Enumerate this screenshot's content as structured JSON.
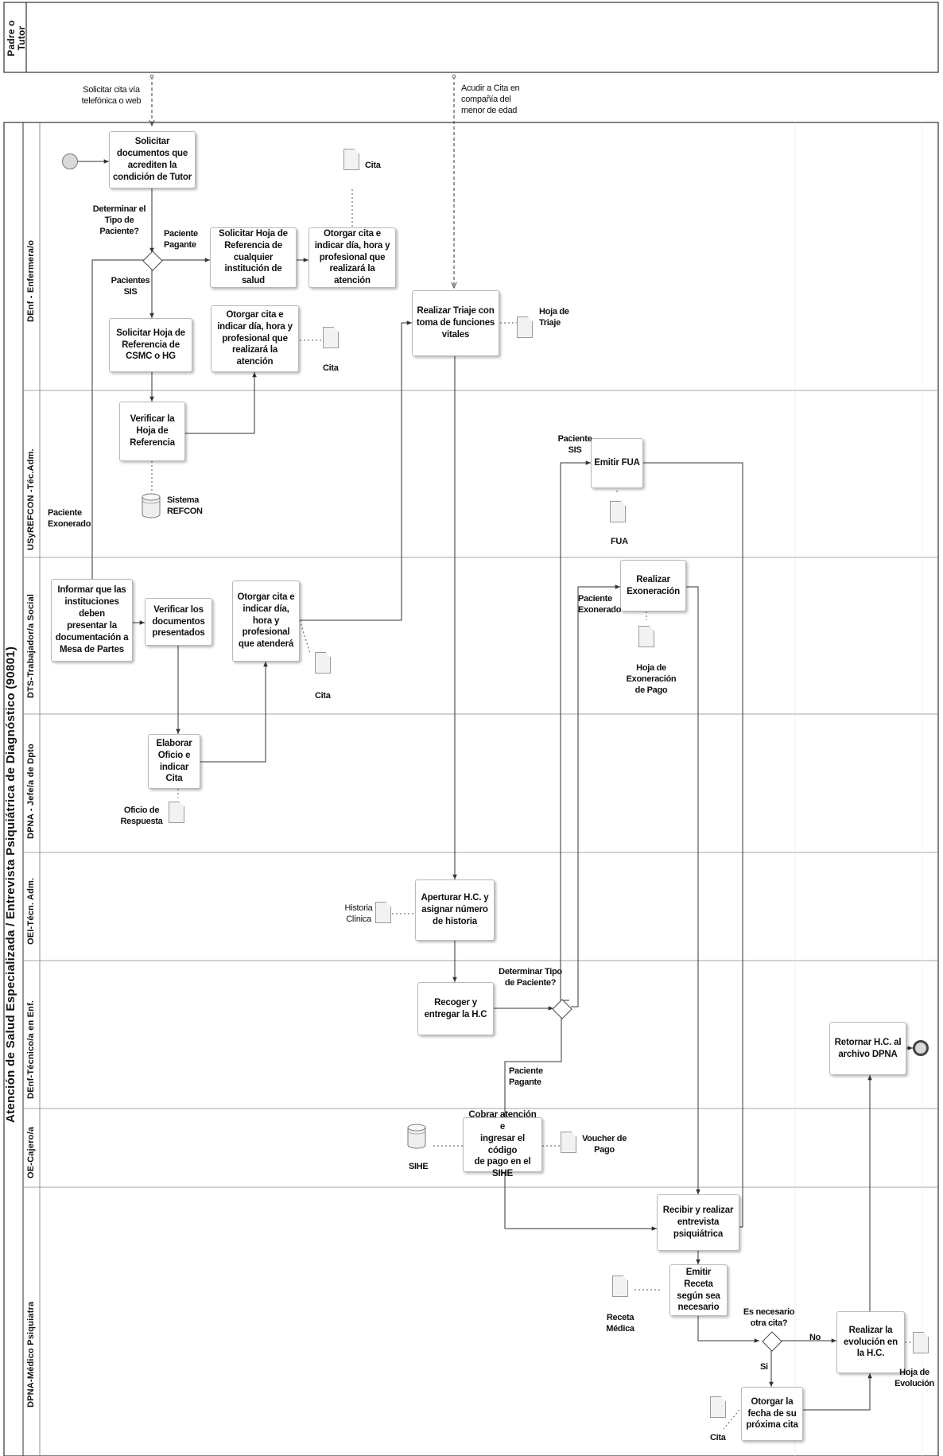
{
  "pool": {
    "title": "Atención de Salud Especializada / Entrevista Psiquiátrica de Diagnóstico (90801)"
  },
  "lanes": {
    "padre": "Padre o\nTutor",
    "enfermera": "DEnf - Enfermera/o",
    "usyrefcon": "USyREFCON -Téc.Adm.",
    "trabajador_social": "DTS-Trabajador/a Social",
    "jefatura": "DPNA - Jefe/a de Dpto",
    "oei": "OEI-Técn. Adm.",
    "tecnica_enf": "DEnf-Técnico/a en Enf.",
    "cajero": "OE-Cajero/a",
    "psiquiatra": "DPNA-Médico Psiquiatra"
  },
  "tasks": {
    "solicitar_documentos": "Solicitar\ndocumentos que\nacrediten la\ncondición de Tutor",
    "solicitar_hoja_cualquier": "Solicitar Hoja de\nReferencia de\ncualquier\ninstitución de salud",
    "otorgar_cita_enf1": "Otorgar cita e\nindicar día, hora y\nprofesional que\nrealizará la atención",
    "solicitar_hoja_csmc": "Solicitar Hoja de\nReferencia de\nCSMC o HG",
    "otorgar_cita_enf2": "Otorgar cita e\nindicar día, hora y\nprofesional que\nrealizará la atención",
    "realizar_triaje": "Realizar Triaje con\ntoma de funciones\nvitales",
    "verificar_hoja": "Verificar la\nHoja de\nReferencia",
    "emitir_fua": "Emitir FUA",
    "informar_instituciones": "Informar que las\ninstituciones deben\npresentar la\ndocumentación a\nMesa de Partes",
    "verificar_documentos": "Verificar los\ndocumentos\npresentados",
    "otorgar_cita_ts": "Otorgar cita e\nindicar día,\nhora y\nprofesional\nque atenderá",
    "realizar_exoneracion": "Realizar\nExoneración",
    "elaborar_oficio": "Elaborar\nOficio e\nindicar Cita",
    "aperturar_hc": "Aperturar H.C. y\nasignar número\nde historia",
    "recoger_hc": "Recoger y\nentregar la H.C",
    "retornar_hc": "Retornar H.C. al\narchivo DPNA",
    "cobrar_atencion": "Cobrar atención e\ningresar el código\nde pago en el SIHE",
    "recibir_entrevista": "Recibir y realizar\nentrevista\npsiquiátrica",
    "emitir_receta": "Emitir Receta\nsegún sea\nnecesario",
    "realizar_evolucion": "Realizar la\nevolución en\nla H.C.",
    "otorgar_fecha": "Otorgar la\nfecha de su\npróxima cita"
  },
  "labels": {
    "solicitar_cita_via": "Solicitar cita vía\ntelefónica o web",
    "acudir_cita": "Acudir a Cita en\ncompañía del\nmenor de edad",
    "determinar_tipo": "Determinar el\nTipo de\nPaciente?",
    "paciente_pagante_1": "Paciente\nPagante",
    "pacientes_sis": "Pacientes\nSIS",
    "paciente_exonerado_1": "Paciente\nExonerado",
    "paciente_sis_2": "Paciente\nSIS",
    "paciente_exonerado_2": "Paciente\nExonerado",
    "determinar_tipo_2": "Determinar Tipo\nde Paciente?",
    "paciente_pagante_2": "Paciente\nPagante",
    "es_necesario": "Es necesario\notra cita?",
    "no": "No",
    "si": "Si"
  },
  "artifacts": {
    "cita_1": "Cita",
    "cita_2": "Cita",
    "hoja_triaje": "Hoja de\nTriaje",
    "sistema_refcon": "Sistema\nREFCON",
    "fua": "FUA",
    "cita_3": "Cita",
    "hoja_exoneracion": "Hoja de\nExoneración\nde Pago",
    "oficio_respuesta": "Oficio de\nRespuesta",
    "historia_clinica": "Historia\nClínica",
    "sihe": "SIHE",
    "voucher_pago": "Voucher de\nPago",
    "receta_medica": "Receta\nMédica",
    "hoja_evolucion": "Hoja de\nEvolución",
    "cita_4": "Cita"
  }
}
